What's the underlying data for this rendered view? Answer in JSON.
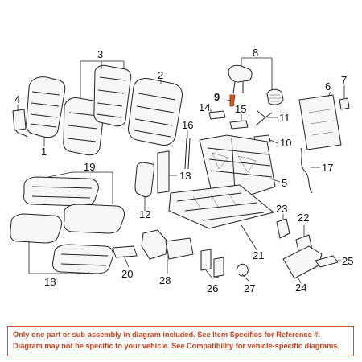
{
  "callouts": {
    "c1": "1",
    "c2": "2",
    "c3": "3",
    "c4": "4",
    "c5": "5",
    "c6": "6",
    "c7": "7",
    "c8": "8",
    "c9": "9",
    "c10": "10",
    "c11": "11",
    "c12": "12",
    "c13": "13",
    "c14": "14",
    "c15": "15",
    "c16": "16",
    "c17": "17",
    "c18": "18",
    "c19": "19",
    "c20": "20",
    "c21": "21",
    "c22": "22",
    "c23": "23",
    "c24": "24",
    "c25": "25",
    "c26": "26",
    "c27": "27",
    "c28": "28"
  },
  "notice": {
    "line1": "Only one part or sub-assembly in diagram included. See Item Specifics for Reference #.",
    "line2": "Diagram may not be specific to your vehicle. See Compatibility for vehicle-specific diagrams."
  },
  "colors": {
    "notice_text": "#c9401a",
    "notice_border": "#d2561e",
    "highlight_part": "#d2561e"
  }
}
